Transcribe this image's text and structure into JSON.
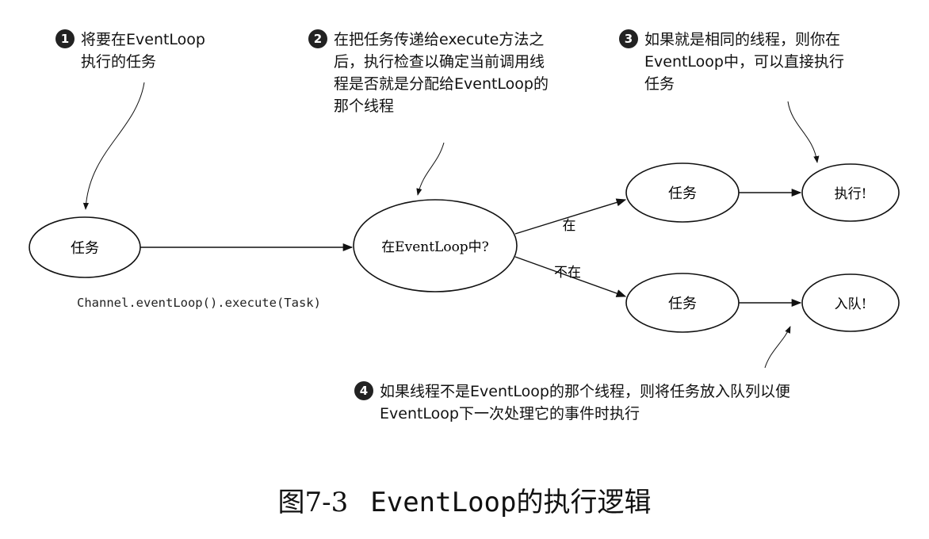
{
  "nodes": {
    "task_start": "任务",
    "in_event_loop": "在EventLoop中?",
    "task_yes": "任务",
    "task_no": "任务",
    "execute": "执行!",
    "enqueue": "入队!"
  },
  "edges": {
    "yes_label": "在",
    "no_label": "不在"
  },
  "code_label": "Channel.eventLoop().execute(Task)",
  "annotations": [
    {
      "number": "1",
      "lines": [
        "将要在EventLoop",
        "执行的任务"
      ]
    },
    {
      "number": "2",
      "lines": [
        "在把任务传递给execute方法之",
        "后，执行检查以确定当前调用线",
        "程是否就是分配给EventLoop的",
        "那个线程"
      ]
    },
    {
      "number": "3",
      "lines": [
        "如果就是相同的线程，则你在",
        "EventLoop中，可以直接执行",
        "任务"
      ]
    },
    {
      "number": "4",
      "lines": [
        "如果线程不是EventLoop的那个线程，则将任务放入队列以便",
        "EventLoop下一次处理它的事件时执行"
      ]
    }
  ],
  "caption": {
    "prefix": "图7-3",
    "code": "EventLoop",
    "suffix": "的执行逻辑"
  }
}
